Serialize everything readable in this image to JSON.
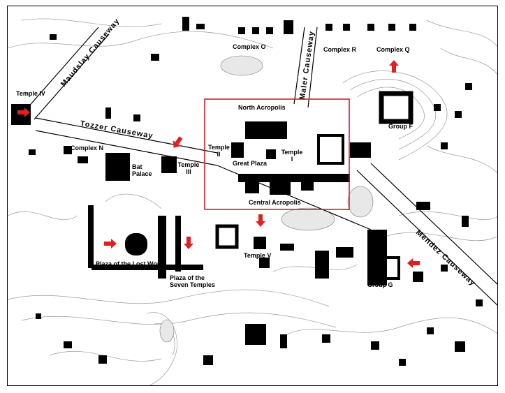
{
  "labels": {
    "temple_iv": "Temple IV",
    "complex_o": "Complex O",
    "complex_r": "Complex R",
    "complex_q": "Complex Q",
    "north_acropolis": "North Acropolis",
    "group_f": "Group F",
    "temple_ii_a": "Temple",
    "temple_ii_b": "II",
    "great_plaza": "Great Plaza",
    "temple_i_a": "Temple",
    "temple_i_b": "I",
    "complex_n": "Complex N",
    "bat_palace_a": "Bat",
    "bat_palace_b": "Palace",
    "temple_iii_a": "Temple",
    "temple_iii_b": "III",
    "central_acropolis": "Central Acropolis",
    "temple_v": "Temple V",
    "plaza_lost_world": "Plaza of the Lost World",
    "plaza_seven_a": "Plaza of the",
    "plaza_seven_b": "Seven Temples",
    "group_g": "Group G",
    "maudslay_causeway": "Maudslay Causeway",
    "tozzer_causeway": "Tozzer Causeway",
    "maler_causeway": "Maler Causeway",
    "mendez_causeway": "Mendez Causeway"
  },
  "colors": {
    "highlight_box": "#d0202a",
    "arrow": "#e02020",
    "structure": "#000000"
  }
}
